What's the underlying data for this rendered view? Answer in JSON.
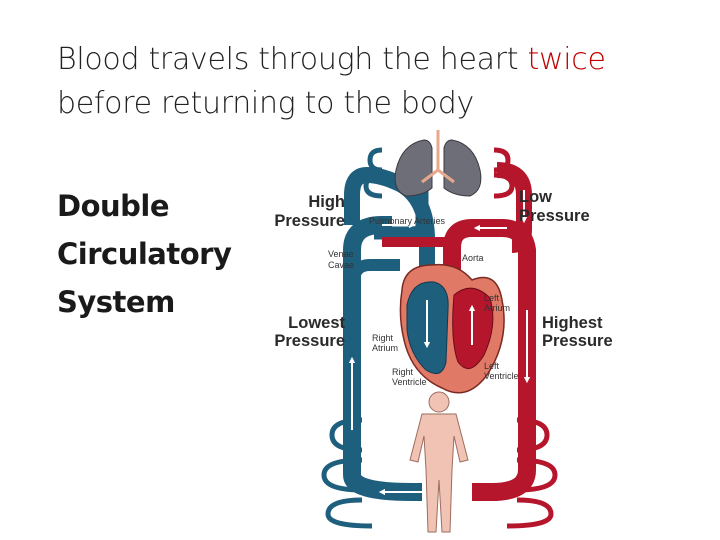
{
  "slide": {
    "title_part1": "Blood travels through the heart",
    "title_emphasis": "twice",
    "title_part2": "before returning to the body",
    "side_label": [
      "Double",
      "Circulatory",
      "System"
    ]
  },
  "diagram": {
    "pressure_labels": {
      "high": [
        "High",
        "Pressure"
      ],
      "low": [
        "Low",
        "Pressure"
      ],
      "lowest": [
        "Lowest",
        "Pressure"
      ],
      "highest": [
        "Highest",
        "Pressure"
      ]
    },
    "structure_labels": {
      "pulmonary_arteries": "Pulmonary Arteries",
      "aorta": "Aorta",
      "venae_cavae": [
        "Venae",
        "Cavae"
      ],
      "left_atrium": [
        "Left",
        "Atrium"
      ],
      "right_atrium": [
        "Right",
        "Atrium"
      ],
      "right_ventricle": [
        "Right",
        "Ventricle"
      ],
      "left_ventricle": [
        "Left",
        "Ventricle"
      ]
    },
    "colors": {
      "oxygenated": "#b5162c",
      "deoxygenated": "#1f5f7e",
      "heart_wall": "#e07a66",
      "lungs": "#6e6e78",
      "body": "#f1c3b4",
      "emphasis": "#c00000"
    }
  }
}
